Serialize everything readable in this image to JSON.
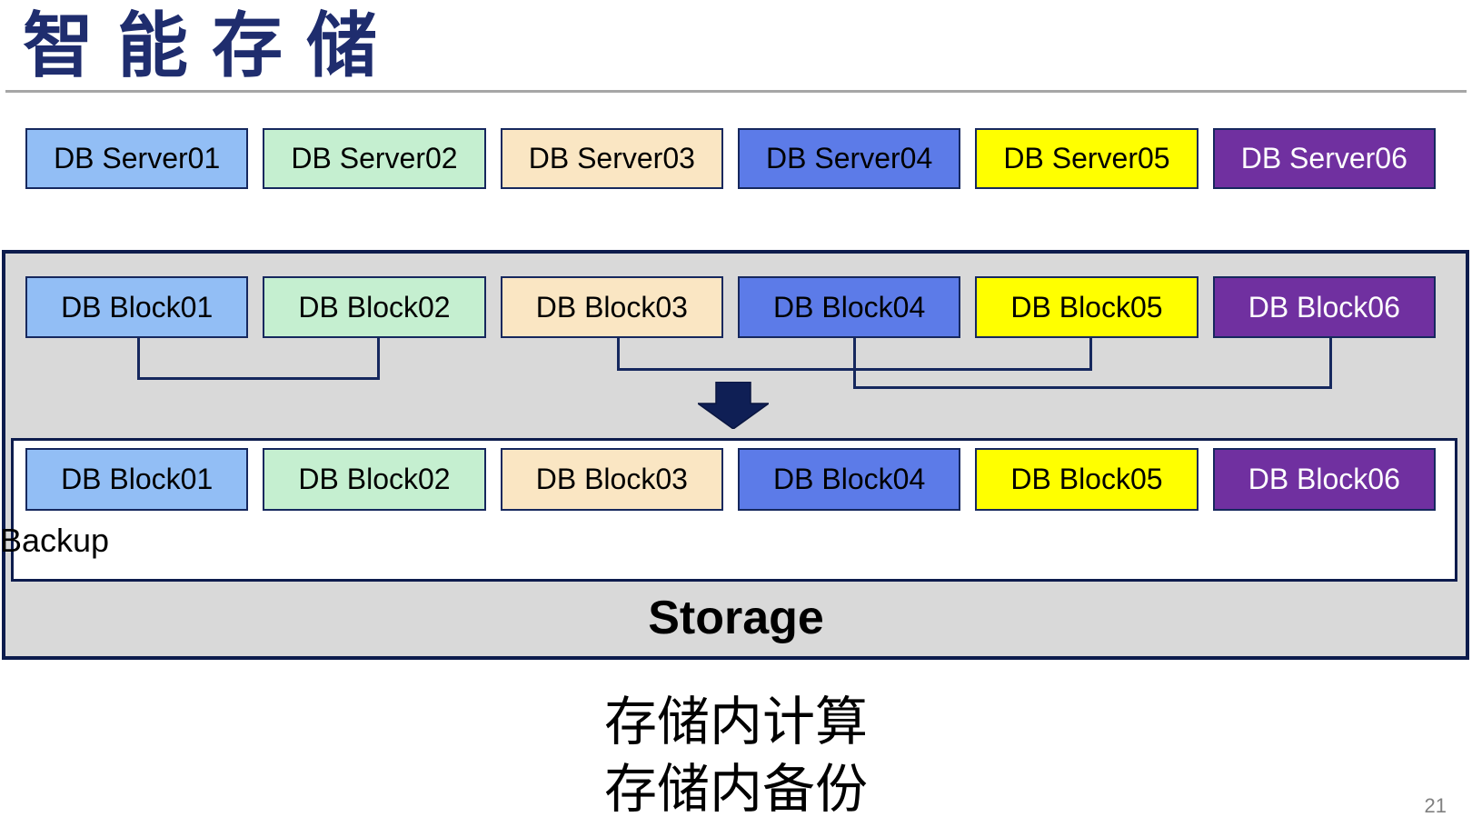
{
  "title": "智能存储",
  "server_row": {
    "items": [
      "DB Server01",
      "DB Server02",
      "DB Server03",
      "DB Server04",
      "DB Server05",
      "DB Server06"
    ]
  },
  "block_row_top": {
    "items": [
      "DB Block01",
      "DB Block02",
      "DB Block03",
      "DB Block04",
      "DB Block05",
      "DB Block06"
    ]
  },
  "block_row_bottom": {
    "items": [
      "DB Block01",
      "DB Block02",
      "DB Block03",
      "DB Block04",
      "DB Block05",
      "DB Block06"
    ]
  },
  "backup_label": "Backup",
  "storage_label": "Storage",
  "captions": {
    "line1": "存储内计算",
    "line2": "存储内备份"
  },
  "page_number": "21",
  "palette": [
    {
      "bg": "#92BEF5",
      "fg": "#000000"
    },
    {
      "bg": "#C5EFD0",
      "fg": "#000000"
    },
    {
      "bg": "#FAE6C3",
      "fg": "#000000"
    },
    {
      "bg": "#5C7BE8",
      "fg": "#000000"
    },
    {
      "bg": "#FFFF00",
      "fg": "#000000"
    },
    {
      "bg": "#7030A0",
      "fg": "#FFFFFF"
    }
  ],
  "colors": {
    "title_text": "#1F2D6E",
    "box_border": "#16285E",
    "container_border": "#0D1C4D",
    "container_fill": "#D9D9D9",
    "connector_line": "#16285E",
    "arrow_fill": "#0F1F55",
    "title_rule": "#A6A6A6",
    "page_number_text": "#808080"
  }
}
